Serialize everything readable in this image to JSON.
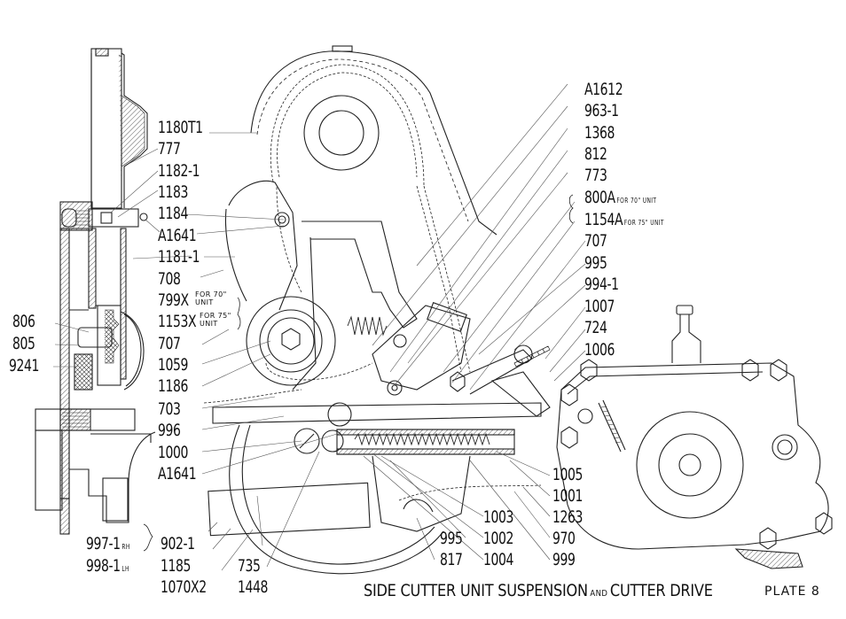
{
  "document": {
    "type": "parts-diagram",
    "title_main_1": "SIDE CUTTER UNIT SUSPENSION",
    "title_joiner": "AND",
    "title_main_2": "CUTTER DRIVE",
    "plate": "PLATE 8"
  },
  "labels_left_column": [
    {
      "id": "1180T1",
      "text": "1180T1"
    },
    {
      "id": "777",
      "text": "777"
    },
    {
      "id": "1182-1",
      "text": "1182-1"
    },
    {
      "id": "1183",
      "text": "1183"
    },
    {
      "id": "1184",
      "text": "1184"
    },
    {
      "id": "A1641-upper",
      "text": "A1641"
    },
    {
      "id": "1181-1",
      "text": "1181-1"
    },
    {
      "id": "708",
      "text": "708"
    },
    {
      "id": "799X",
      "text": "799X",
      "note_line1": "FOR 70\"",
      "note_line2": "UNIT"
    },
    {
      "id": "1153X",
      "text": "1153X",
      "note_line1": "FOR 75\"",
      "note_line2": "UNIT"
    },
    {
      "id": "707-left",
      "text": "707"
    },
    {
      "id": "1059",
      "text": "1059"
    },
    {
      "id": "1186",
      "text": "1186"
    },
    {
      "id": "703",
      "text": "703"
    },
    {
      "id": "996",
      "text": "996"
    },
    {
      "id": "1000",
      "text": "1000"
    },
    {
      "id": "A1641-lower",
      "text": "A1641"
    }
  ],
  "labels_far_left": [
    {
      "id": "806",
      "text": "806"
    },
    {
      "id": "805",
      "text": "805"
    },
    {
      "id": "9241",
      "text": "9241"
    }
  ],
  "labels_bottom_left": [
    {
      "id": "997-1",
      "text": "997-1",
      "suffix": "RH"
    },
    {
      "id": "998-1",
      "text": "998-1",
      "suffix": "LH"
    },
    {
      "id": "902-1",
      "text": "902-1"
    },
    {
      "id": "1185",
      "text": "1185"
    },
    {
      "id": "1070X2",
      "text": "1070X2"
    },
    {
      "id": "735",
      "text": "735"
    },
    {
      "id": "1448",
      "text": "1448"
    }
  ],
  "labels_right_column": [
    {
      "id": "A1612",
      "text": "A1612"
    },
    {
      "id": "963-1",
      "text": "963-1"
    },
    {
      "id": "1368",
      "text": "1368"
    },
    {
      "id": "812",
      "text": "812"
    },
    {
      "id": "773",
      "text": "773"
    },
    {
      "id": "800A",
      "text": "800A",
      "note": "FOR 70\" UNIT"
    },
    {
      "id": "1154A",
      "text": "1154A",
      "note": "FOR 75\" UNIT"
    },
    {
      "id": "707-right",
      "text": "707"
    },
    {
      "id": "995-right",
      "text": "995"
    },
    {
      "id": "994-1",
      "text": "994-1"
    },
    {
      "id": "1007",
      "text": "1007"
    },
    {
      "id": "724",
      "text": "724"
    },
    {
      "id": "1006",
      "text": "1006"
    }
  ],
  "labels_bottom_center": [
    {
      "id": "1005",
      "text": "1005"
    },
    {
      "id": "1001",
      "text": "1001"
    },
    {
      "id": "1263",
      "text": "1263"
    },
    {
      "id": "970",
      "text": "970"
    },
    {
      "id": "999",
      "text": "999"
    },
    {
      "id": "1003",
      "text": "1003"
    },
    {
      "id": "1002",
      "text": "1002"
    },
    {
      "id": "1004",
      "text": "1004"
    },
    {
      "id": "995-bottom",
      "text": "995"
    },
    {
      "id": "817",
      "text": "817"
    }
  ]
}
